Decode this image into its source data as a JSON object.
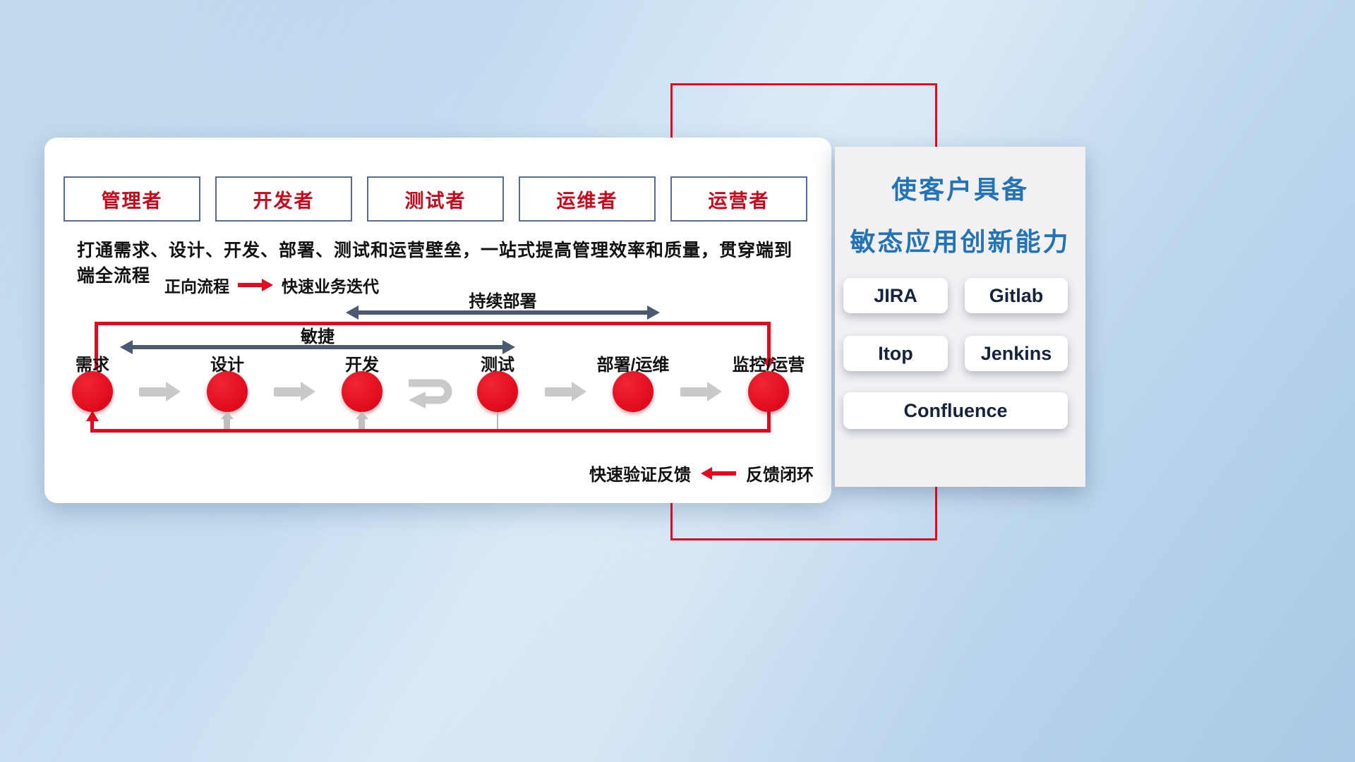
{
  "roles": [
    "管理者",
    "开发者",
    "测试者",
    "运维者",
    "运营者"
  ],
  "description": "打通需求、设计、开发、部署、测试和运营壁垒，一站式提高管理效率和质量，贯穿端到端全流程",
  "legend_forward": {
    "label": "正向流程",
    "value": "快速业务迭代"
  },
  "spans": {
    "continuous_deploy": "持续部署",
    "agile": "敏捷"
  },
  "stages": [
    "需求",
    "设计",
    "开发",
    "测试",
    "部署/运维",
    "监控/运营"
  ],
  "legend_feedback": {
    "label": "快速验证反馈",
    "value": "反馈闭环"
  },
  "panel": {
    "title_line1": "使客户具备",
    "title_line2": "敏态应用创新能力",
    "tools": [
      "JIRA",
      "Gitlab",
      "Itop",
      "Jenkins",
      "Confluence"
    ]
  },
  "colors": {
    "accent_red": "#e30920",
    "navy_arrow": "#4a5a70",
    "title_blue": "#2473b5"
  }
}
